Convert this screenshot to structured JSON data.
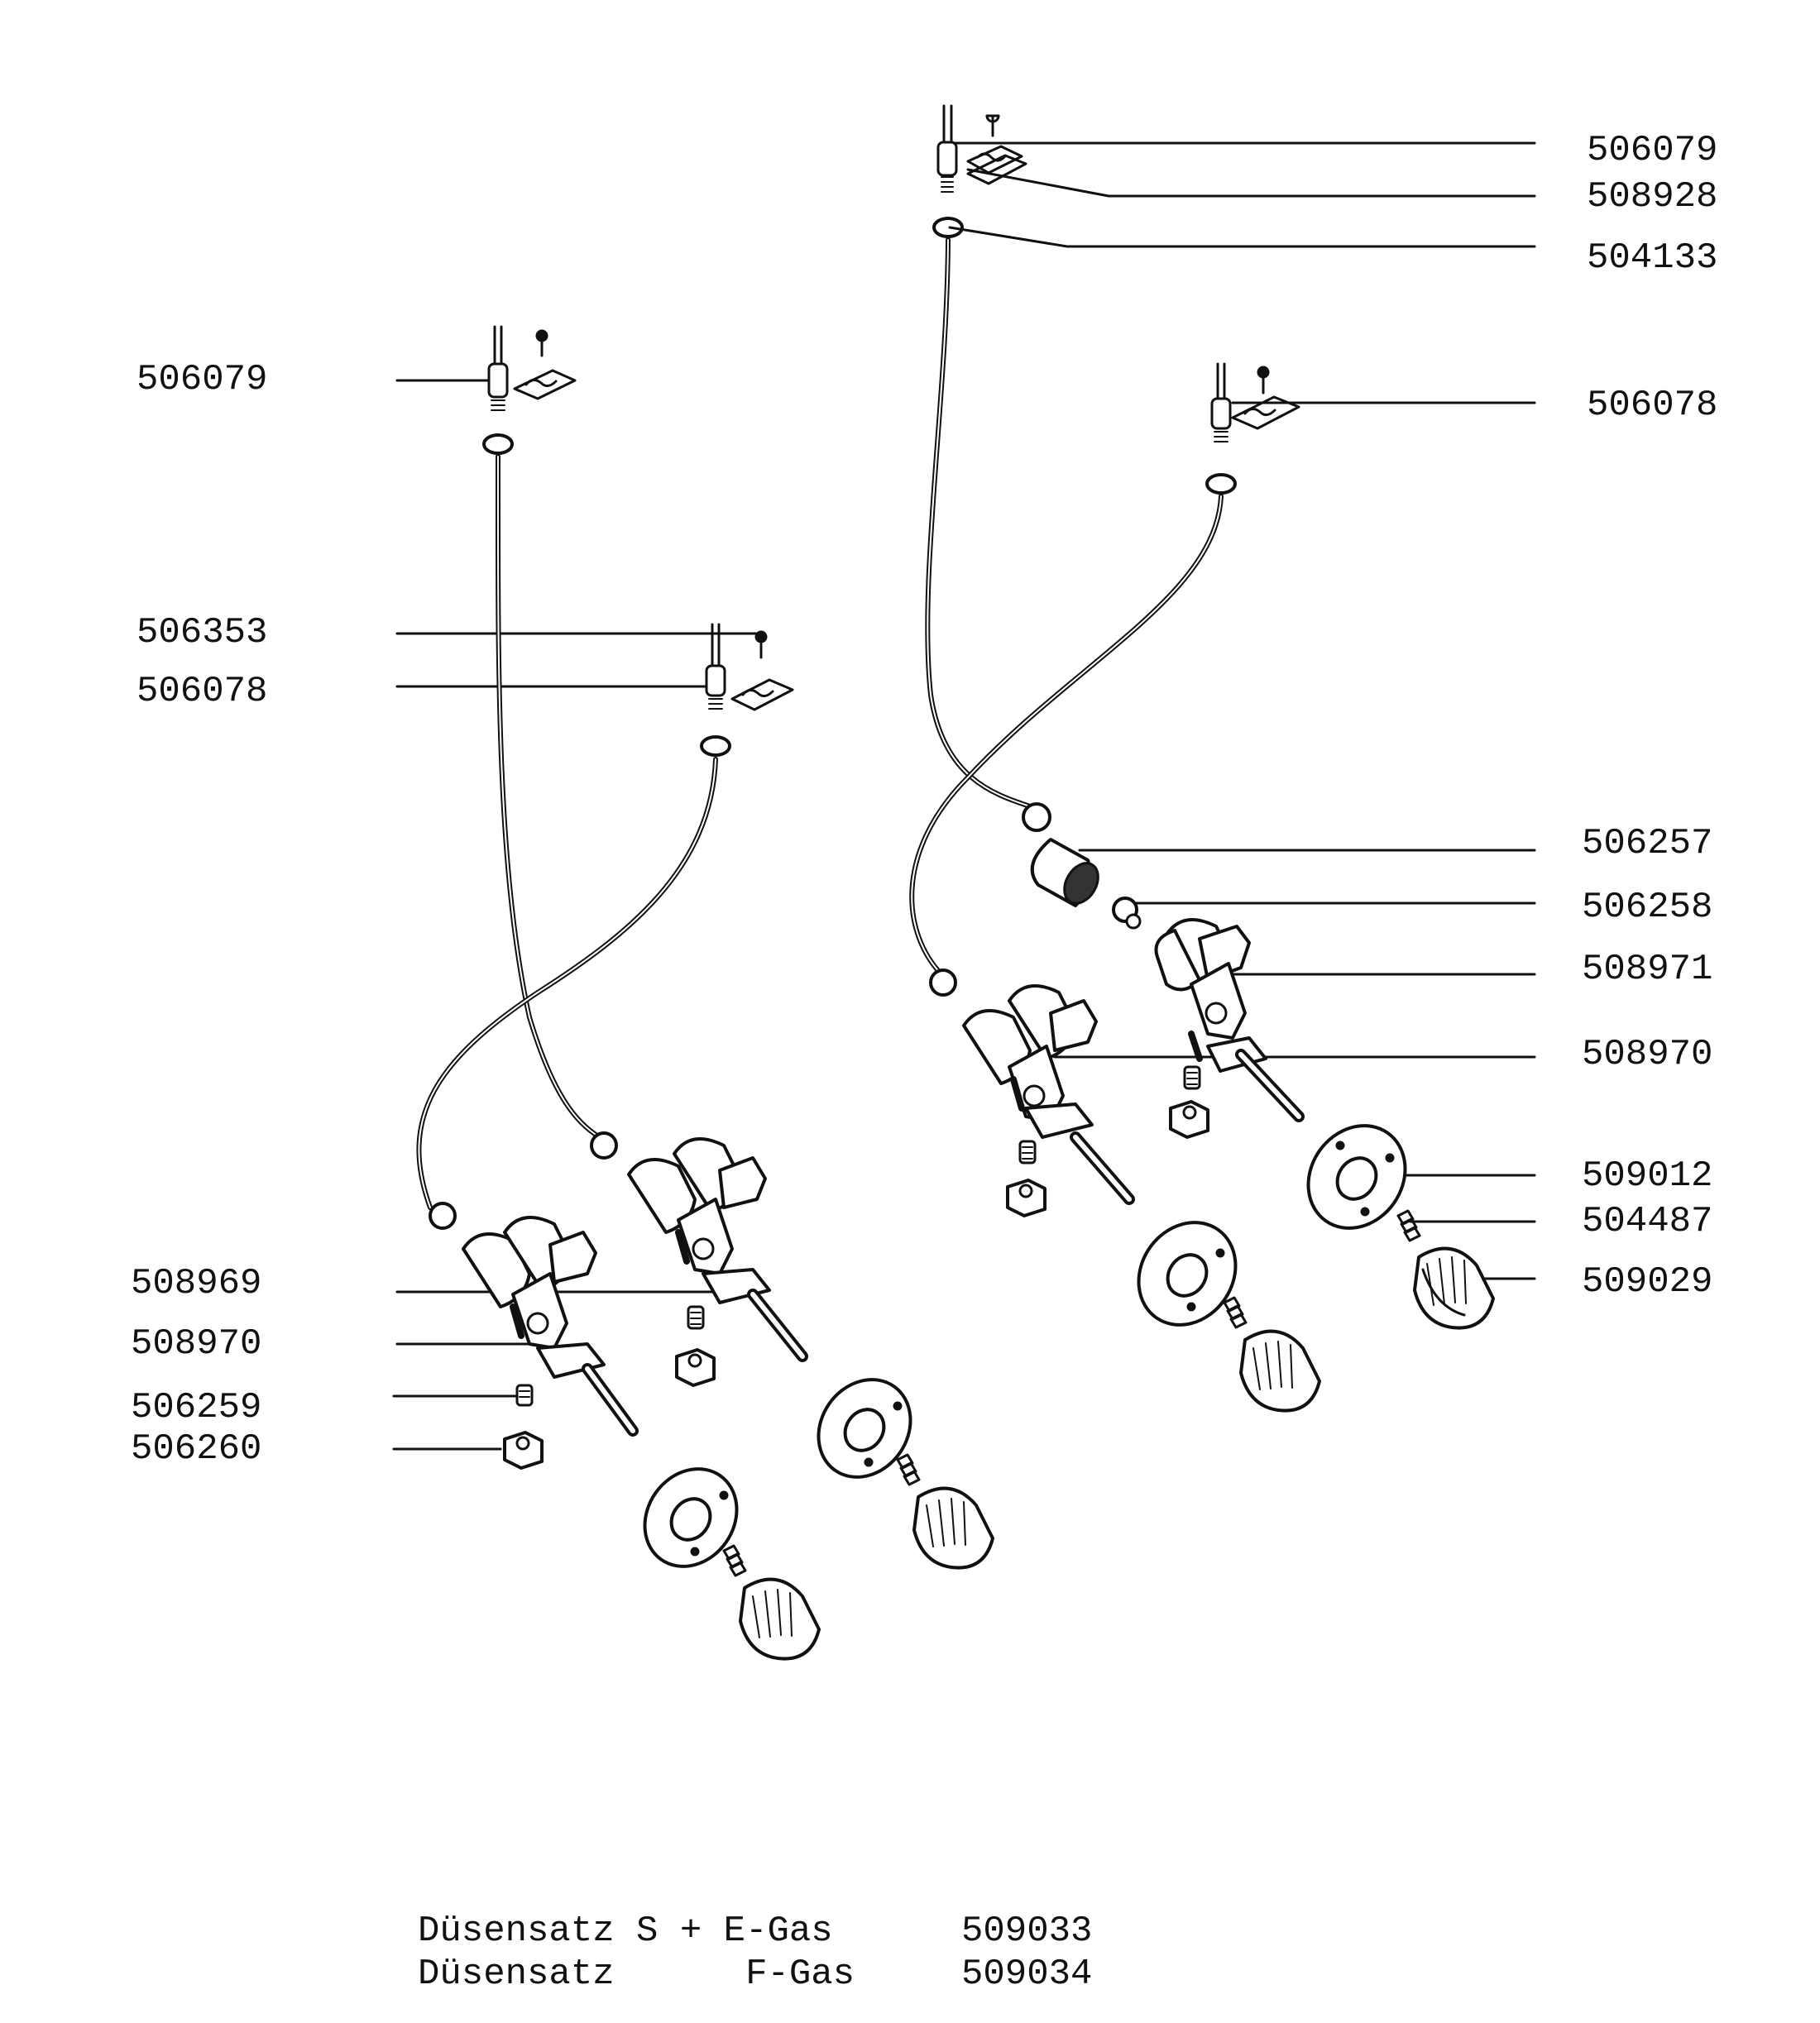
{
  "labels": {
    "left_506079": "506079",
    "left_506353": "506353",
    "left_506078": "506078",
    "left_508969": "508969",
    "left_508970": "508970",
    "left_506259": "506259",
    "left_506260": "506260",
    "right_506079": "506079",
    "right_508928": "508928",
    "right_504133": "504133",
    "right_506078": "506078",
    "right_506257": "506257",
    "right_506258": "506258",
    "right_508971": "508971",
    "right_508970": "508970",
    "right_509012": "509012",
    "right_504487": "504487",
    "right_509029": "509029"
  },
  "footer": {
    "line1_name": "Düsensatz S + E-Gas",
    "line1_number": "509033",
    "line2_name": "Düsensatz      F-Gas",
    "line2_number": "509034"
  },
  "colors": {
    "ink": "#111111",
    "paper": "#ffffff"
  }
}
